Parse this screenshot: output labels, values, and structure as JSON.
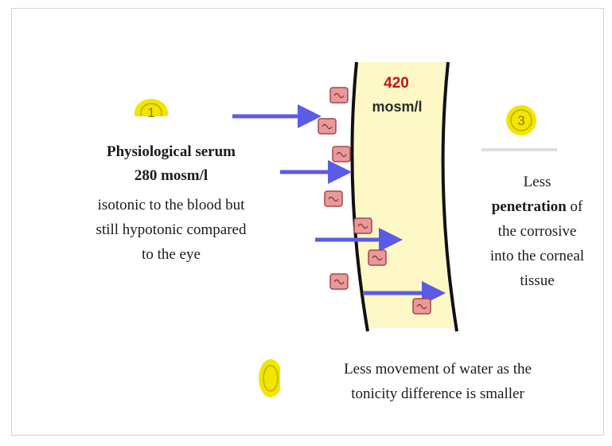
{
  "left_box": {
    "title": "Physiological serum",
    "osmolarity": "280 mosm/l",
    "body_lines": [
      "isotonic to the blood but",
      "still hypotonic compared",
      "to the eye"
    ]
  },
  "membrane": {
    "value": "420",
    "unit": "mosm/l",
    "fill_color": "#fdf8c6",
    "value_color": "#c0141a"
  },
  "right_box": {
    "line1": "Less",
    "line2_bold": "penetration",
    "line2_rest": " of",
    "line3": "the corrosive",
    "line4": "into the corneal",
    "line5": "tissue"
  },
  "bottom_note": {
    "line1": "Less movement of water as the",
    "line2": "tonicity difference is smaller"
  },
  "badges": {
    "one": "1",
    "three": "3",
    "color": "#f2e600"
  },
  "arrow_color": "#5b5be6",
  "particle_color": "#e89a9a"
}
